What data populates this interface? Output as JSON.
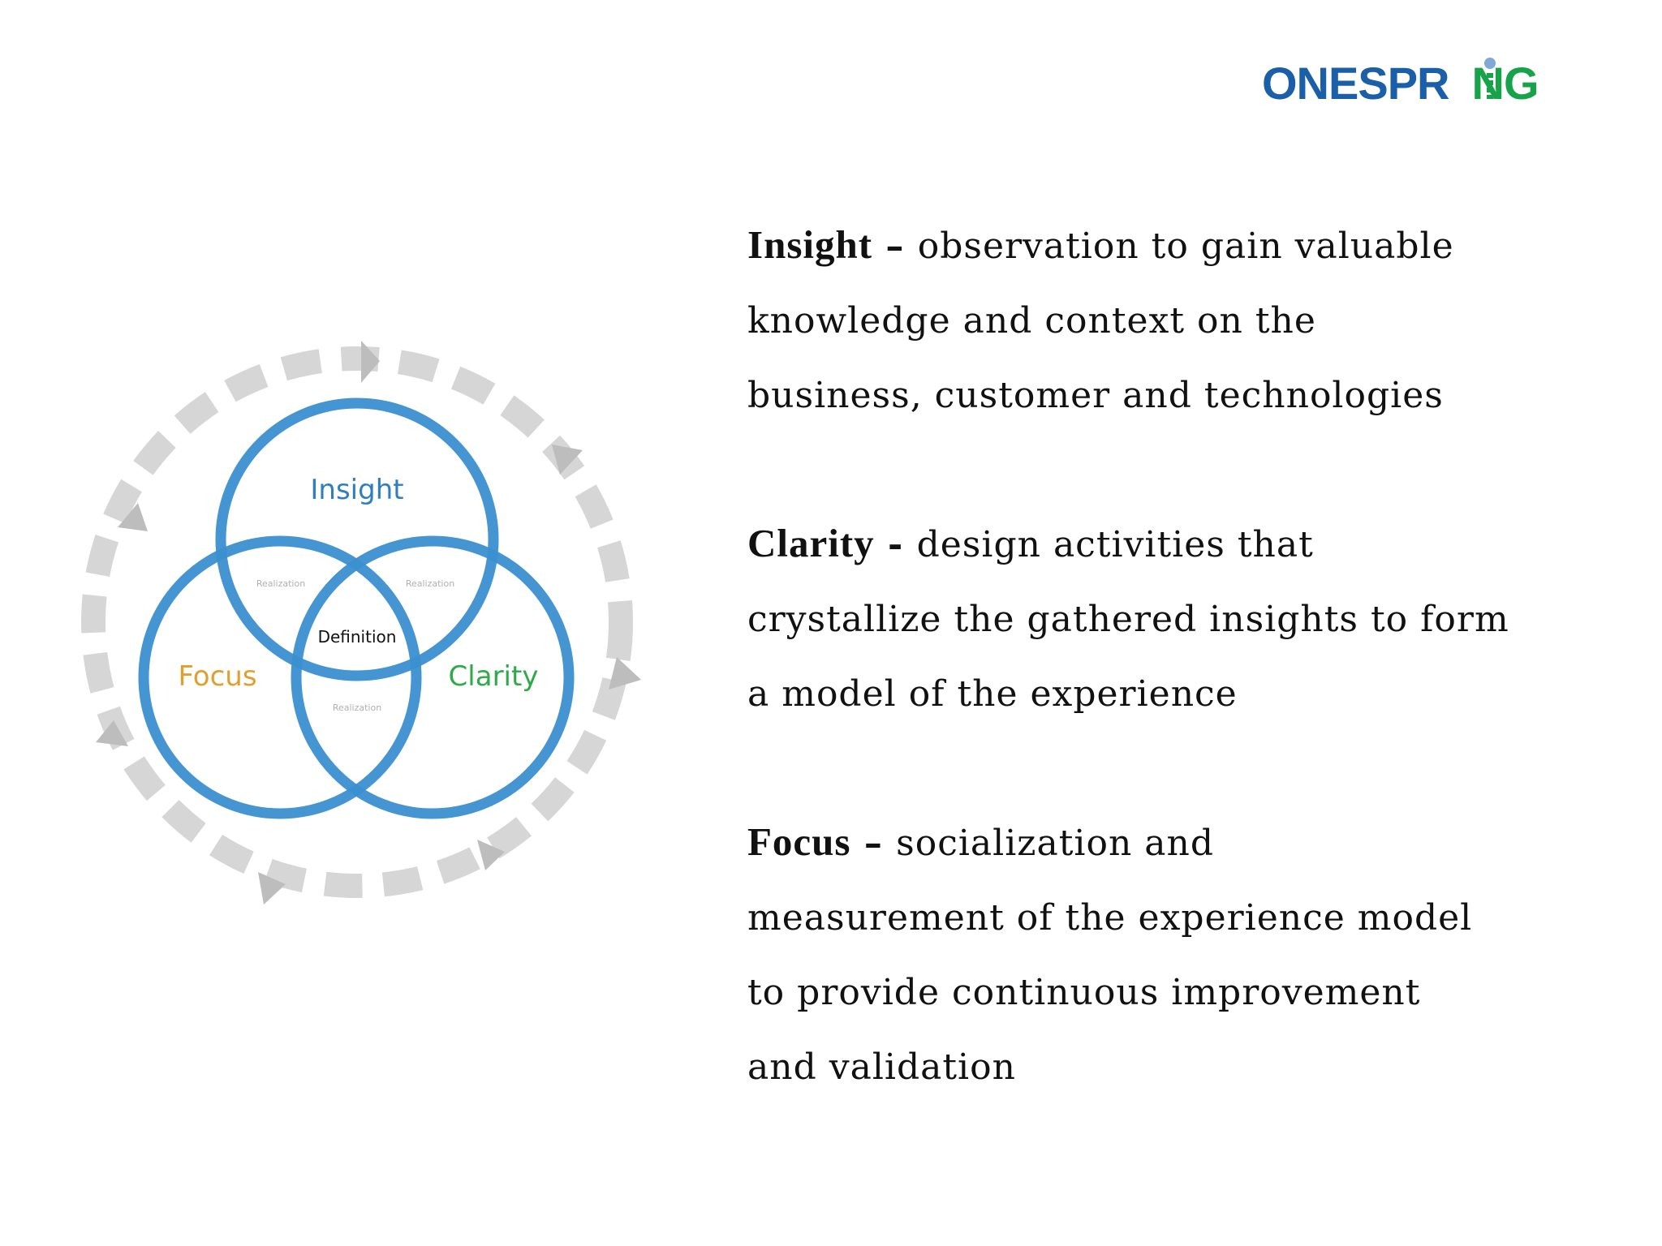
{
  "logo": {
    "text_part1": "ONESPR",
    "text_part2": "NG",
    "colors": {
      "blue": "#1a5fa8",
      "green": "#17a34a"
    }
  },
  "diagram": {
    "labels": {
      "insight": "Insight",
      "focus": "Focus",
      "clarity": "Clarity",
      "definition": "Definition",
      "realization": "Realization"
    },
    "colors": {
      "ring": "#3b8fd0",
      "insight": "#2f7fbf",
      "focus": "#e0a030",
      "clarity": "#2eaa48",
      "definition": "#111111",
      "realization": "#b0b0b0",
      "arrows": "#d2d2d2"
    }
  },
  "blocks": [
    {
      "term": "Insight",
      "dash": " – ",
      "lines": [
        "observation to gain valuable",
        "knowledge and context on the",
        "business, customer and technologies"
      ]
    },
    {
      "term": "Clarity",
      "dash": " - ",
      "lines": [
        "design activities that",
        "crystallize the gathered insights to form",
        "a model of the experience"
      ]
    },
    {
      "term": "Focus",
      "dash": " – ",
      "lines": [
        "socialization and",
        "measurement of the experience model",
        "to provide continuous improvement",
        "and validation"
      ]
    }
  ]
}
